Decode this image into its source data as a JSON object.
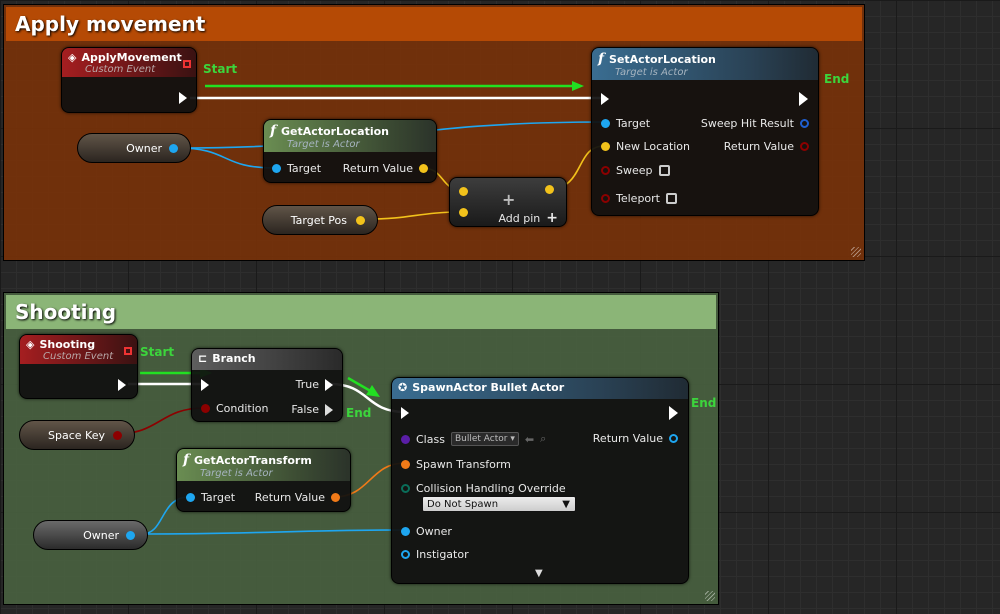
{
  "comments": {
    "apply_movement": "Apply movement",
    "shooting": "Shooting"
  },
  "nodes": {
    "apply_movement_event": {
      "title": "ApplyMovement",
      "subtitle": "Custom Event"
    },
    "owner_var_1": {
      "label": "Owner"
    },
    "get_actor_location": {
      "title": "GetActorLocation",
      "subtitle": "Target is Actor",
      "target": "Target",
      "return_value": "Return Value"
    },
    "target_pos_var": {
      "label": "Target Pos"
    },
    "add_node": {
      "add_pin": "Add pin",
      "plus_symbol": "+"
    },
    "set_actor_location": {
      "title": "SetActorLocation",
      "subtitle": "Target is Actor",
      "target": "Target",
      "new_location": "New Location",
      "sweep": "Sweep",
      "teleport": "Teleport",
      "sweep_hit_result": "Sweep Hit Result",
      "return_value": "Return Value"
    },
    "shooting_event": {
      "title": "Shooting",
      "subtitle": "Custom Event"
    },
    "space_key_var": {
      "label": "Space Key"
    },
    "branch": {
      "title": "Branch",
      "condition": "Condition",
      "true": "True",
      "false": "False"
    },
    "get_actor_transform": {
      "title": "GetActorTransform",
      "subtitle": "Target is Actor",
      "target": "Target",
      "return_value": "Return Value"
    },
    "owner_var_2": {
      "label": "Owner"
    },
    "spawn_actor": {
      "title": "SpawnActor Bullet Actor",
      "class": "Class",
      "class_value": "Bullet Actor",
      "spawn_transform": "Spawn Transform",
      "collision_override": "Collision Handling Override",
      "collision_value": "Do Not Spawn",
      "owner": "Owner",
      "instigator": "Instigator",
      "return_value": "Return Value"
    }
  },
  "flow_labels": {
    "start_1": "Start",
    "end_1": "End",
    "start_2": "Start",
    "end_2": "End",
    "end_3": "End"
  },
  "colors": {
    "exec": "#ffffff",
    "object_pin": "#1ea6f0",
    "vector_pin": "#f2c21b",
    "bool_pin": "#8c0000",
    "transform_pin": "#f07a18",
    "class_pin": "#5a1ea6",
    "enum_pin": "#0a6e5a",
    "annotation_green": "#22e022"
  }
}
